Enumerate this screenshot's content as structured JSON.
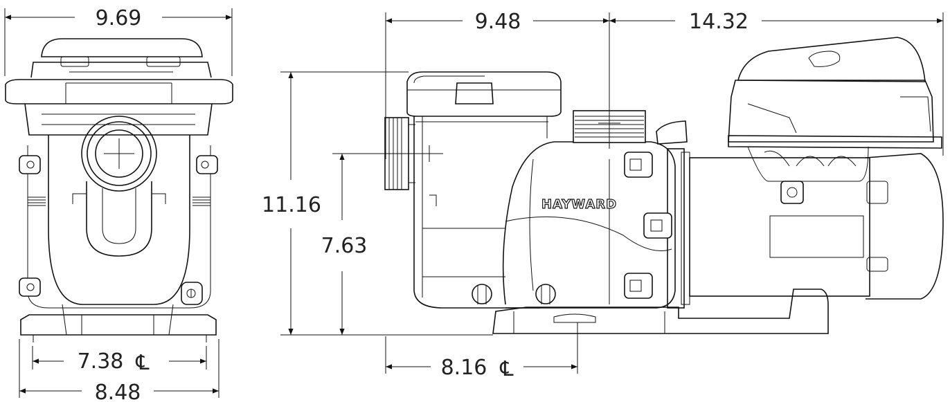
{
  "dimensions": {
    "front_width": "9.69",
    "front_base_inner": "7.38",
    "front_base_outer": "8.48",
    "side_strainer_length": "9.48",
    "side_motor_length": "14.32",
    "side_height": "11.16",
    "side_centerline_height": "7.63",
    "side_base_length": "8.16"
  },
  "symbols": {
    "centerline": "℄"
  },
  "brand": "HAYWARD"
}
